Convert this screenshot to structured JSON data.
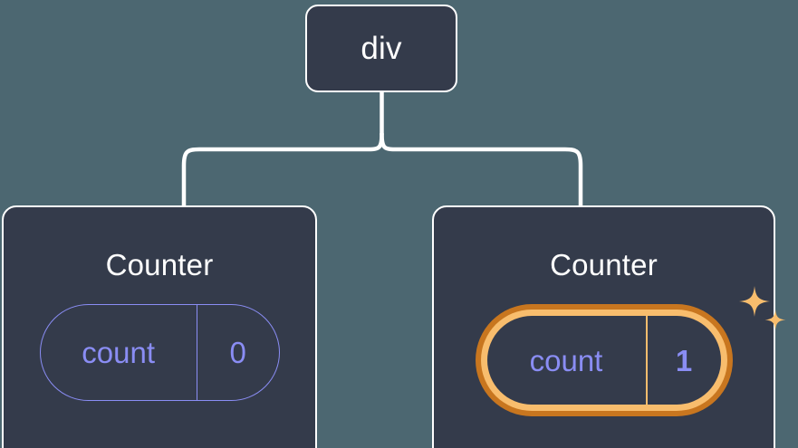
{
  "diagram": {
    "type": "component-tree",
    "background_color": "#4c6771",
    "node_fill": "#343b4b",
    "node_border": "#ffffff",
    "accent_purple": "#8a8df4",
    "accent_orange_dark": "#c8761f",
    "accent_orange_light": "#f8bd6d",
    "root": {
      "label": "div"
    },
    "children": [
      {
        "title": "Counter",
        "state": {
          "key": "count",
          "value": "0"
        },
        "highlighted": false
      },
      {
        "title": "Counter",
        "state": {
          "key": "count",
          "value": "1"
        },
        "highlighted": true,
        "sparkle_icons": [
          "sparkle-large",
          "sparkle-small"
        ]
      }
    ],
    "edges": [
      {
        "from": "div",
        "to": "Counter (left)"
      },
      {
        "from": "div",
        "to": "Counter (right)"
      }
    ]
  }
}
